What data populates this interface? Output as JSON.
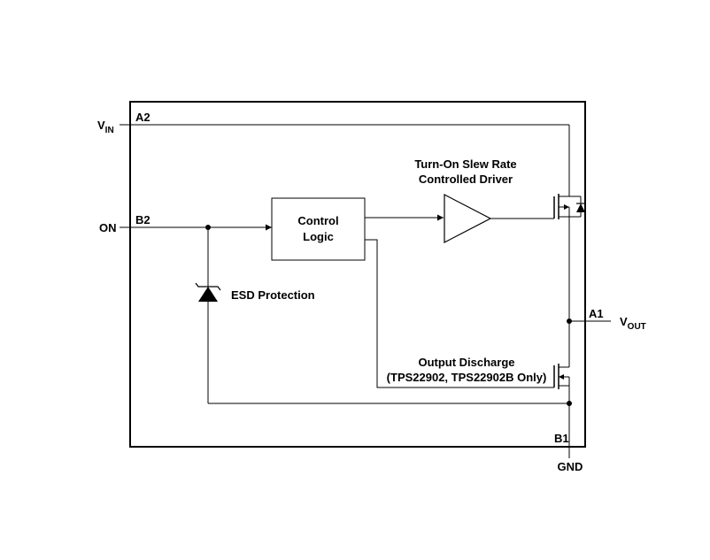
{
  "pins": {
    "vin_main": "V",
    "vin_sub": "IN",
    "vin_pin": "A2",
    "on_label": "ON",
    "on_pin": "B2",
    "vout_main": "V",
    "vout_sub": "OUT",
    "vout_pin": "A1",
    "gnd_pin": "B1",
    "gnd_label": "GND"
  },
  "blocks": {
    "control_line1": "Control",
    "control_line2": "Logic",
    "driver_line1": "Turn-On Slew Rate",
    "driver_line2": "Controlled Driver",
    "esd_label": "ESD Protection",
    "discharge_line1": "Output Discharge",
    "discharge_line2": "(TPS22902, TPS22902B Only)"
  }
}
